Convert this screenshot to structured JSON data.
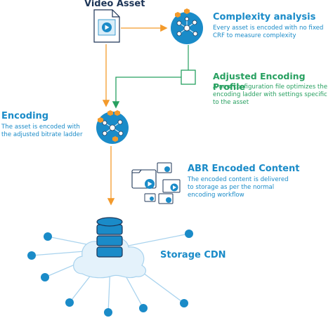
{
  "video_asset": {
    "title": "Video Asset"
  },
  "complexity": {
    "title": "Complexity analysis",
    "line1": "Every asset is encoded with no fixed",
    "line2": "CRF to measure complexity"
  },
  "adjusted_profile": {
    "title": "Adjusted Encoding Profile",
    "line1": "A new configuration file optimizes the",
    "line2": "encoding ladder with settings specific",
    "line3": "to the asset"
  },
  "encoding": {
    "title": "Encoding",
    "line1": "The asset is encoded with",
    "line2": "the adjusted bitrate ladder"
  },
  "abr": {
    "title": "ABR Encoded Content",
    "line1": "The encoded content is delivered",
    "line2": "to storage as per the normal",
    "line3": "encoding workflow"
  },
  "storage": {
    "title": "Storage CDN"
  },
  "colors": {
    "orange": "#f39a2b",
    "green": "#27a060",
    "blue": "#1a8bc8",
    "light_blue": "#a9d3ee",
    "dark": "#1d3557",
    "white": "#ffffff"
  }
}
